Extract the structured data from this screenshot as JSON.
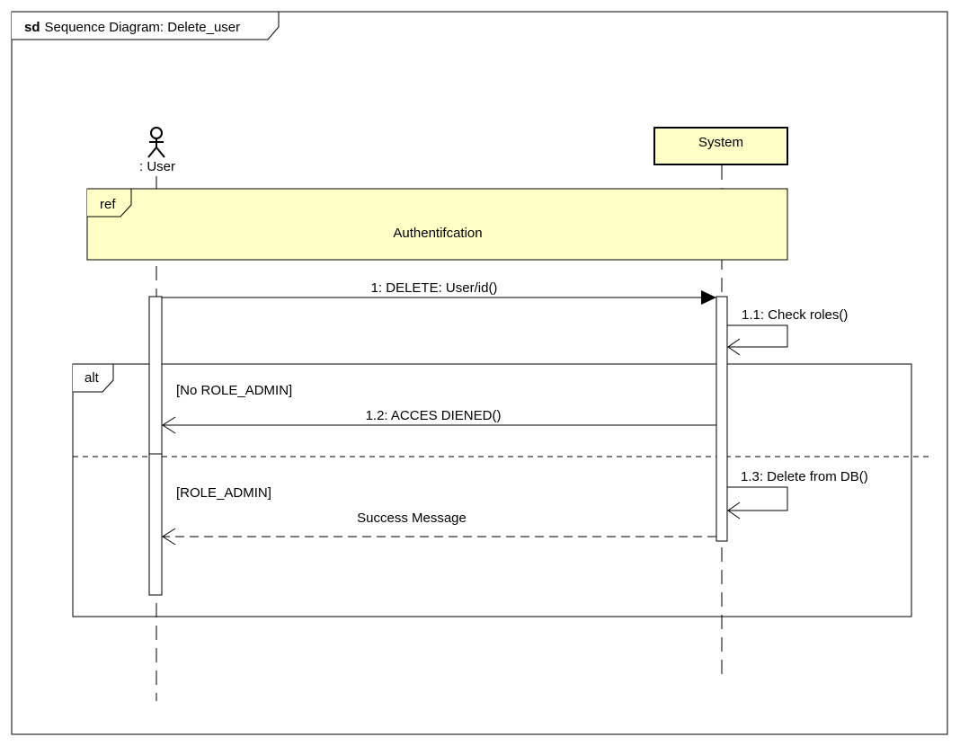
{
  "frame": {
    "keyword": "sd",
    "title": "Sequence Diagram: Delete_user"
  },
  "lifelines": {
    "user": {
      "label": ": User",
      "icon": "actor-stick-figure-icon"
    },
    "system": {
      "label": "System"
    }
  },
  "ref": {
    "tag": "ref",
    "label": "Authentifcation"
  },
  "messages": {
    "m1": "1: DELETE: User/id()",
    "m11": "1.1: Check roles()",
    "m12": "1.2: ACCES DIENED()",
    "m13": "1.3: Delete from DB()",
    "success": "Success Message"
  },
  "alt": {
    "tag": "alt",
    "guard1": "[No ROLE_ADMIN]",
    "guard2": "[ROLE_ADMIN]"
  },
  "colors": {
    "note_fill": "#ffffc6",
    "line": "#000000",
    "background": "#ffffff"
  }
}
